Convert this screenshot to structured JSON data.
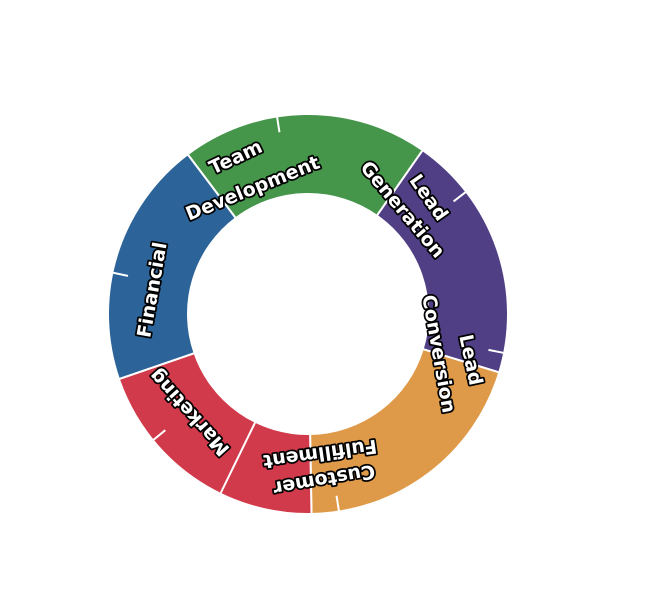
{
  "chart_data": {
    "type": "pie",
    "variant": "donut",
    "title": "",
    "start_angle_deg": -37,
    "segments": [
      {
        "name": "Team Development",
        "lines": [
          "Team",
          "Development"
        ],
        "value": 20,
        "color": "#45954b",
        "sub_splits": [
          0.39
        ],
        "full_splits": []
      },
      {
        "name": "Lead Generation",
        "lines": [
          "Lead",
          "Generation"
        ],
        "value": 20,
        "color": "#503f84",
        "sub_splits": [
          0.24,
          0.92
        ],
        "full_splits": []
      },
      {
        "name": "Lead Conversion",
        "lines": [
          "Lead",
          "Conversion"
        ],
        "value": 20,
        "color": "#de9a48",
        "sub_splits": [
          0.89
        ],
        "full_splits": []
      },
      {
        "name": "Customer Fulfillment",
        "lines": [
          "Customer",
          "Fulfillment"
        ],
        "value": 20,
        "color": "#d13a4a",
        "sub_splits": [
          0.72
        ],
        "full_splits": [
          0.375
        ]
      },
      {
        "name": "Marketing",
        "lines": [
          "Marketing"
        ],
        "value": 0,
        "color": "#d13a4a",
        "sub_splits": [],
        "full_splits": []
      },
      {
        "name": "Financial",
        "lines": [
          "Financial"
        ],
        "value": 20,
        "color": "#2c6499",
        "sub_splits": [
          0.43
        ],
        "full_splits": []
      }
    ]
  }
}
